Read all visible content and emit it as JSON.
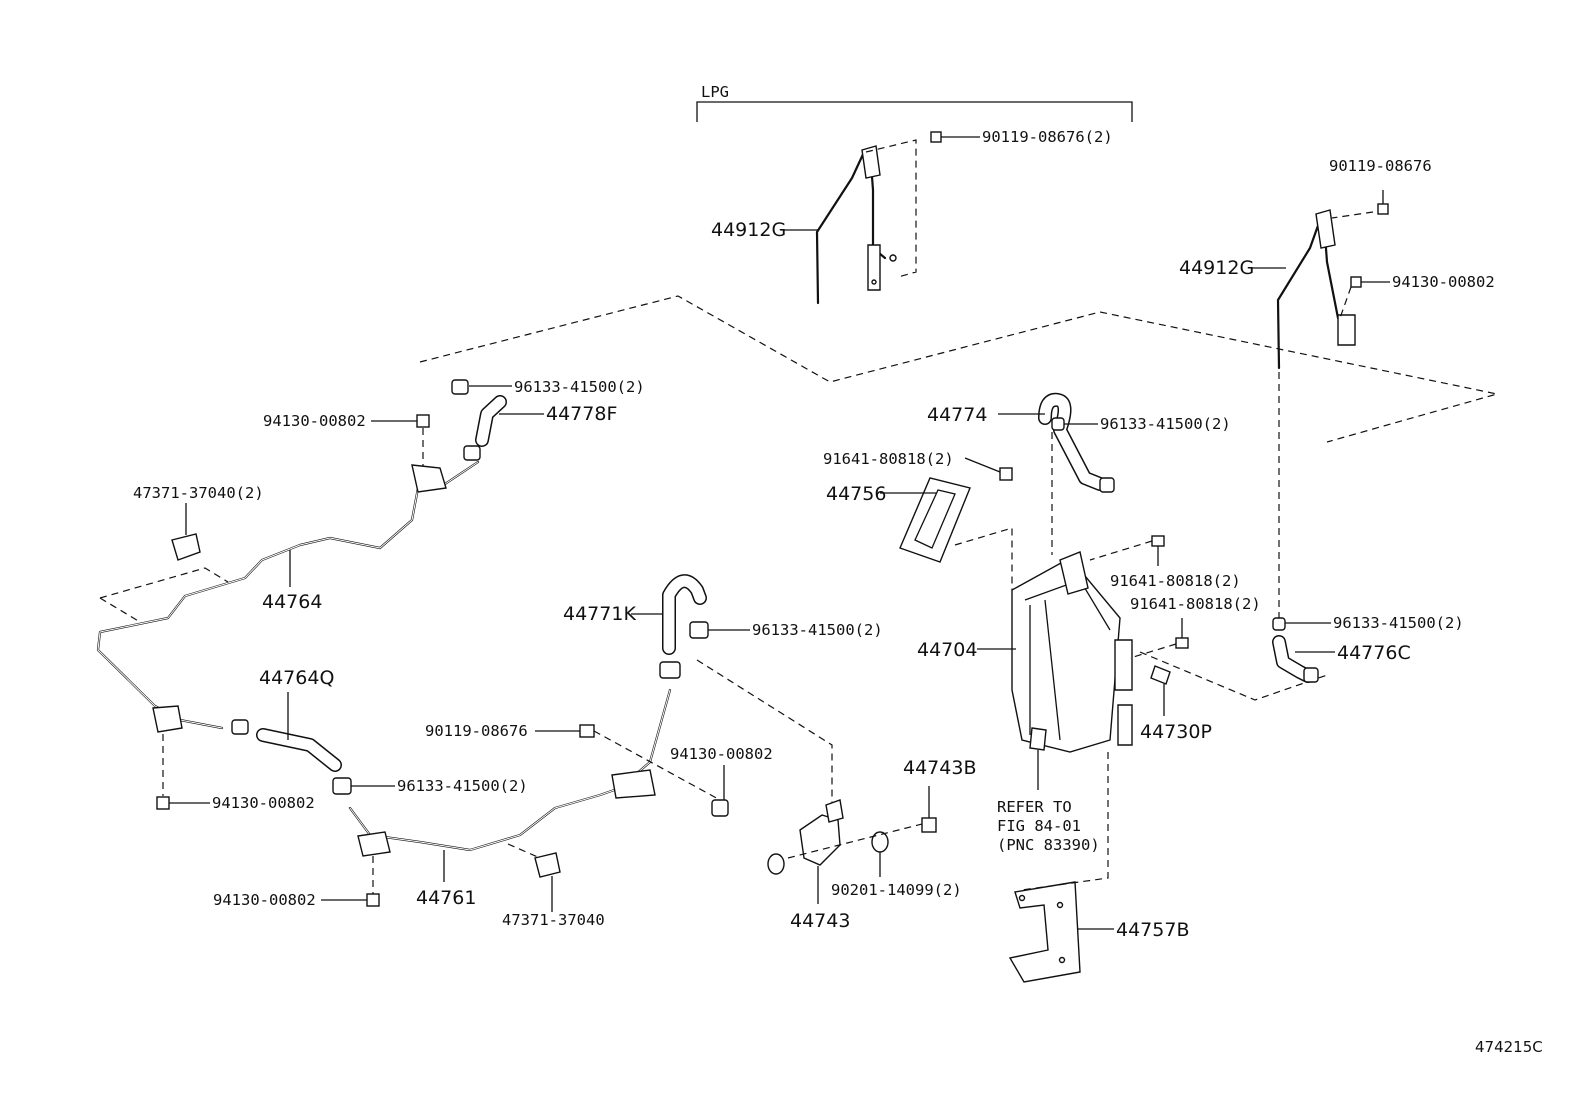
{
  "group_header": "LPG",
  "figure_number": "474215C",
  "callouts": {
    "c_90119_08676_2": "90119-08676(2)",
    "c_90119_08676_r": "90119-08676",
    "c_44912G_a": "44912G",
    "c_44912G_b": "44912G",
    "c_94130_00802_r": "94130-00802",
    "c_96133_41500_2_tl": "96133-41500(2)",
    "c_44778F": "44778F",
    "c_94130_00802_tl": "94130-00802",
    "c_47371_37040_2": "47371-37040(2)",
    "c_44764": "44764",
    "c_44774": "44774",
    "c_96133_41500_2_tc": "96133-41500(2)",
    "c_91641_80818_2_a": "91641-80818(2)",
    "c_44756": "44756",
    "c_91641_80818_2_b": "91641-80818(2)",
    "c_91641_80818_2_c": "91641-80818(2)",
    "c_96133_41500_2_r": "96133-41500(2)",
    "c_44776C": "44776C",
    "c_44771K": "44771K",
    "c_96133_41500_2_m": "96133-41500(2)",
    "c_44704": "44704",
    "c_44730P": "44730P",
    "c_44764Q": "44764Q",
    "c_90119_08676_m": "90119-08676",
    "c_94130_00802_m": "94130-00802",
    "c_44743B": "44743B",
    "c_96133_41500_2_bl": "96133-41500(2)",
    "c_94130_00802_bl": "94130-00802",
    "c_refer_1": "REFER TO",
    "c_refer_2": "FIG 84-01",
    "c_refer_3": "(PNC 83390)",
    "c_90201_14099_2": "90201-14099(2)",
    "c_94130_00802_bl2": "94130-00802",
    "c_44761": "44761",
    "c_47371_37040": "47371-37040",
    "c_44743": "44743",
    "c_44757B": "44757B"
  }
}
